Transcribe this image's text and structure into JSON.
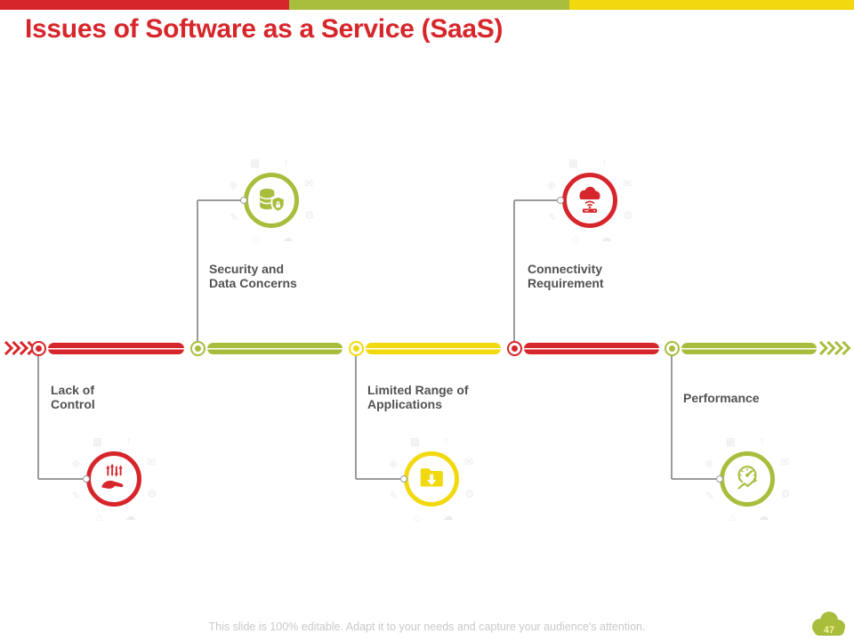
{
  "colors": {
    "red": "#d7262b",
    "olive": "#a9bd3d",
    "yellow": "#f2d90f",
    "label": "#515254",
    "line": "#9b9b9b",
    "footer": "#c9c9c9"
  },
  "header": {
    "title": "Issues of Software as a Service (SaaS)",
    "top_bars": [
      "#d7262b",
      "#a9bd3d",
      "#f2d90f"
    ]
  },
  "timeline": {
    "edge_arrows": {
      "left_color": "#d7262b",
      "right_color": "#a9bd3d",
      "count": 4
    },
    "items": [
      {
        "name": "lack-of-control",
        "line1": "Lack of",
        "line2": "Control",
        "color": "#d7262b",
        "side": "below",
        "icon": "hand-sliders-icon"
      },
      {
        "name": "security-and-data-concerns",
        "line1": "Security and",
        "line2": "Data Concerns",
        "color": "#a9bd3d",
        "side": "above",
        "icon": "database-shield-icon"
      },
      {
        "name": "limited-range-of-applications",
        "line1": "Limited Range of",
        "line2": "Applications",
        "color": "#f2d90f",
        "side": "below",
        "icon": "folder-download-icon"
      },
      {
        "name": "connectivity-requirement",
        "line1": "Connectivity",
        "line2": "Requirement",
        "color": "#d7262b",
        "side": "above",
        "icon": "cloud-network-icon"
      },
      {
        "name": "performance",
        "line1": "Performance",
        "line2": "",
        "color": "#a9bd3d",
        "side": "below",
        "icon": "speedometer-icon"
      }
    ]
  },
  "footer": {
    "note": "This slide is 100% editable. Adapt it to your needs and capture your audience's attention.",
    "page_number": "47"
  },
  "decorations": {
    "watermark_glyphs": [
      "↑",
      "✉",
      "⚙",
      "☁",
      "⌂",
      "✎",
      "⊕",
      "▦"
    ]
  }
}
